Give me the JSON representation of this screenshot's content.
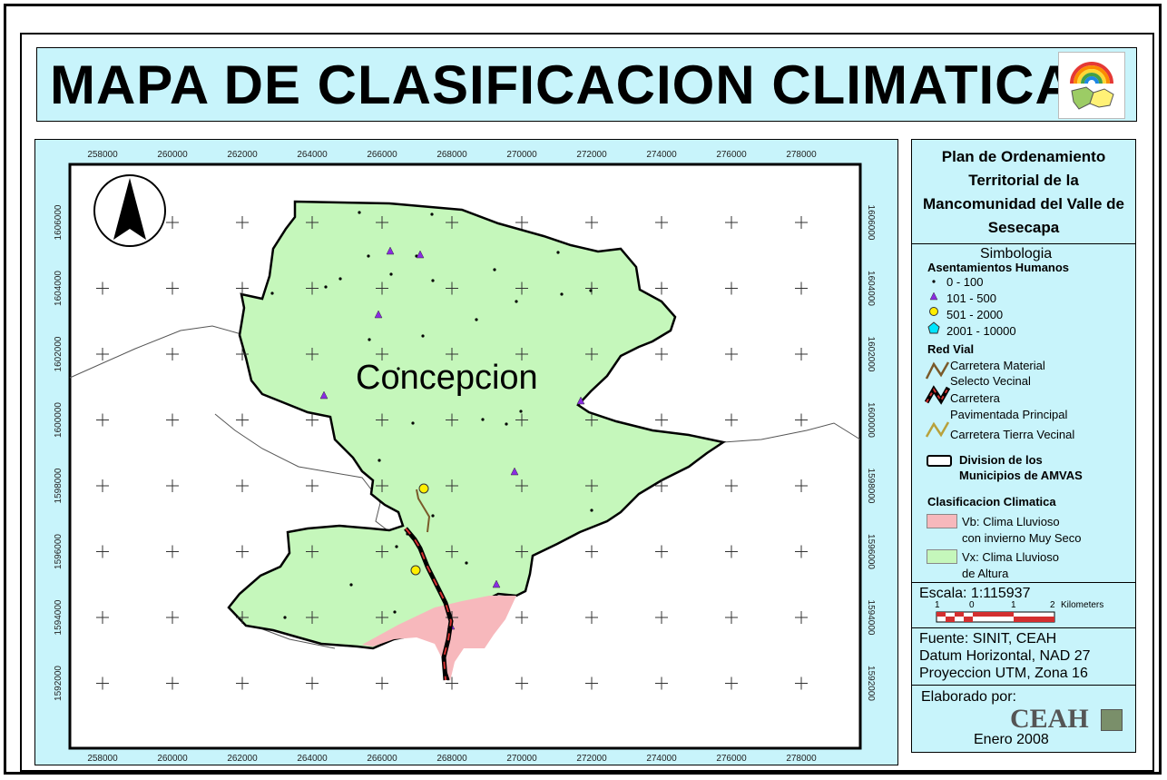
{
  "title": "MAPA DE CLASIFICACION CLIMATICA",
  "map": {
    "place_label": "Concepcion",
    "x_ticks": [
      "258000",
      "260000",
      "262000",
      "264000",
      "266000",
      "268000",
      "270000",
      "272000",
      "274000",
      "276000",
      "278000"
    ],
    "y_ticks": [
      "1606000",
      "1604000",
      "1602000",
      "1600000",
      "1598000",
      "1596000",
      "1594000",
      "1592000"
    ]
  },
  "legend": {
    "plan_title": "Plan de Ordenamiento Territorial de la Mancomunidad del Valle de Sesecapa",
    "simbologia": "Simbologia",
    "asentamientos": {
      "title": "Asentamientos Humanos",
      "items": [
        "0 - 100",
        "101 - 500",
        "501 - 2000",
        "2001 - 10000"
      ]
    },
    "red_vial": {
      "title": "Red Vial",
      "items": [
        {
          "line1": "Carretera Material",
          "line2": "Selecto Vecinal"
        },
        {
          "line1": "Carretera",
          "line2": "Pavimentada Principal"
        },
        {
          "line1": "Carretera Tierra Vecinal",
          "line2": ""
        }
      ]
    },
    "division": {
      "line1": "Division de los",
      "line2": "Municipios de AMVAS"
    },
    "clasificacion": {
      "title": "Clasificacion Climatica",
      "items": [
        {
          "line1": "Vb: Clima Lluvioso",
          "line2": "con invierno Muy Seco",
          "color": "#f7b8bc"
        },
        {
          "line1": "Vx: Clima Lluvioso",
          "line2": "de Altura",
          "color": "#c5f7bb"
        }
      ]
    },
    "escala": "Escala: 1:115937",
    "scale_labels": [
      "1",
      "0",
      "1",
      "2",
      "Kilometers"
    ],
    "fuente": "Fuente: SINIT, CEAH",
    "datum": "Datum Horizontal, NAD 27",
    "proyeccion": "Proyeccion UTM, Zona 16",
    "elaborado": "Elaborado por:",
    "ceah": "CEAH",
    "fecha": "Enero 2008"
  },
  "colors": {
    "frame_fill": "#c8f4fb",
    "vx_fill": "#c5f7bb",
    "vb_fill": "#f7b8bc",
    "settlement_purple": "#8a2be2",
    "settlement_yellow": "#ffee00",
    "settlement_cyan": "#00e5ff"
  }
}
